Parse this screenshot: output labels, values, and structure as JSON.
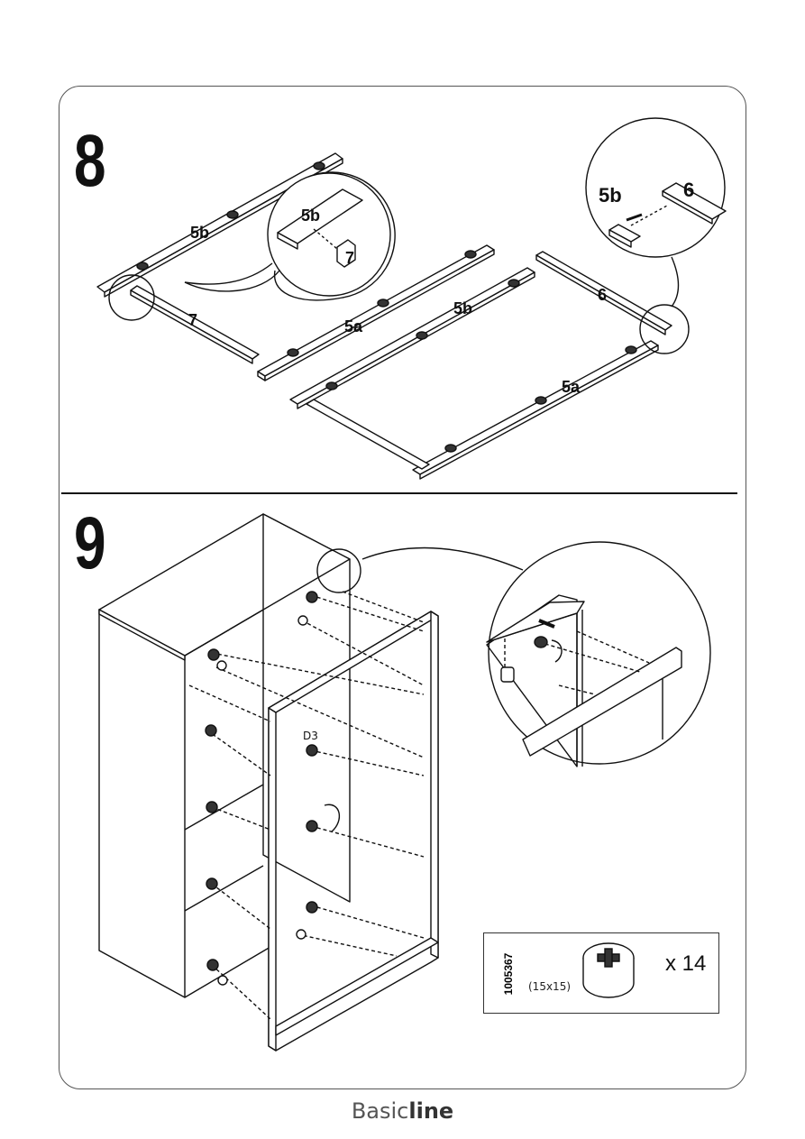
{
  "step8": {
    "number": "8",
    "labels": {
      "rail_5b_top": "5b",
      "rail_7": "7",
      "rail_5a_mid": "5a",
      "rail_5b_frame": "5b",
      "rail_6": "6",
      "rail_5a_frame": "5a",
      "zoom_left_5b": "5b",
      "zoom_left_7": "7",
      "zoom_right_5b": "5b",
      "zoom_right_6": "6"
    }
  },
  "step9": {
    "number": "9",
    "fitting_label": "D3"
  },
  "parts": {
    "code": "1005367",
    "size": "(15x15)",
    "quantity": "x 14"
  },
  "brand": {
    "light": "Basic",
    "bold": "line"
  }
}
